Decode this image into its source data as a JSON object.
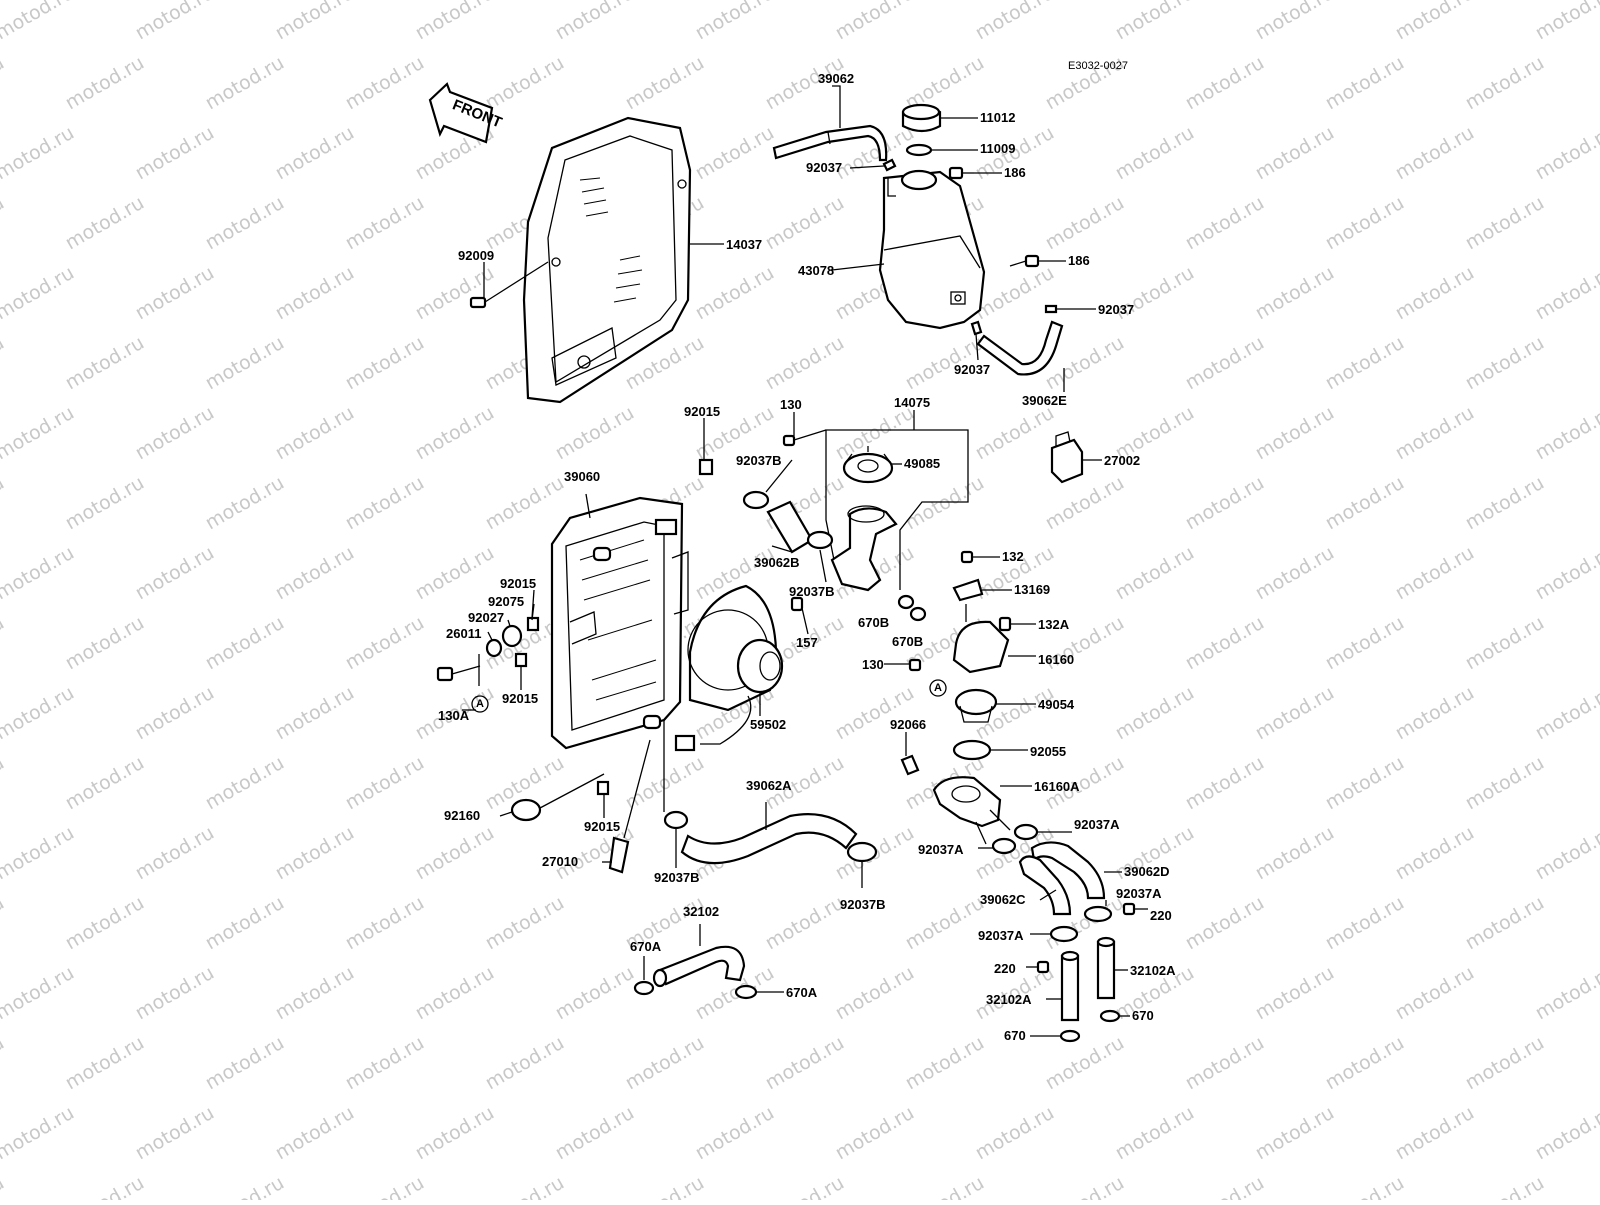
{
  "diagram_code": "E3032-0027",
  "watermark": "motod.ru",
  "front_label": "FRONT",
  "callouts": {
    "c39062": "39062",
    "c11012": "11012",
    "c11009": "11009",
    "c92037_cap": "92037",
    "c186_top": "186",
    "c14037": "14037",
    "c92009": "92009",
    "c43078": "43078",
    "c186_mid": "186",
    "c92037_r": "92037",
    "c92037_bl": "92037",
    "c39062E": "39062E",
    "c14075": "14075",
    "c92015_top": "92015",
    "c130_top": "130",
    "c92037B_1": "92037B",
    "c49085": "49085",
    "c27002": "27002",
    "c39060": "39060",
    "c39062B": "39062B",
    "c92037B_2": "92037B",
    "c132": "132",
    "c13169": "13169",
    "c92015_l1": "92015",
    "c92075": "92075",
    "c92027": "92027",
    "c26011": "26011",
    "c157": "157",
    "c670B_1": "670B",
    "c132A": "132A",
    "c670B_2": "670B",
    "c16160": "16160",
    "c130_mid": "130",
    "c130A": "130A",
    "c92015_l2": "92015",
    "c49054": "49054",
    "c59502": "59502",
    "c92066": "92066",
    "c92055": "92055",
    "c39062A": "39062A",
    "c16160A": "16160A",
    "c92160": "92160",
    "c92015_bot": "92015",
    "c92037A_1": "92037A",
    "c92037A_2": "92037A",
    "c27010": "27010",
    "c92037B_3": "92037B",
    "c39062D": "39062D",
    "c92037B_4": "92037B",
    "c39062C": "39062C",
    "c92037A_3": "92037A",
    "c32102": "32102",
    "c220_r": "220",
    "c92037A_4": "92037A",
    "c670A_1": "670A",
    "c220_l": "220",
    "c32102A_r": "32102A",
    "c670A_2": "670A",
    "c32102A_l": "32102A",
    "c670_r": "670",
    "c670_l": "670",
    "ref_A1": "A",
    "ref_A2": "A"
  }
}
